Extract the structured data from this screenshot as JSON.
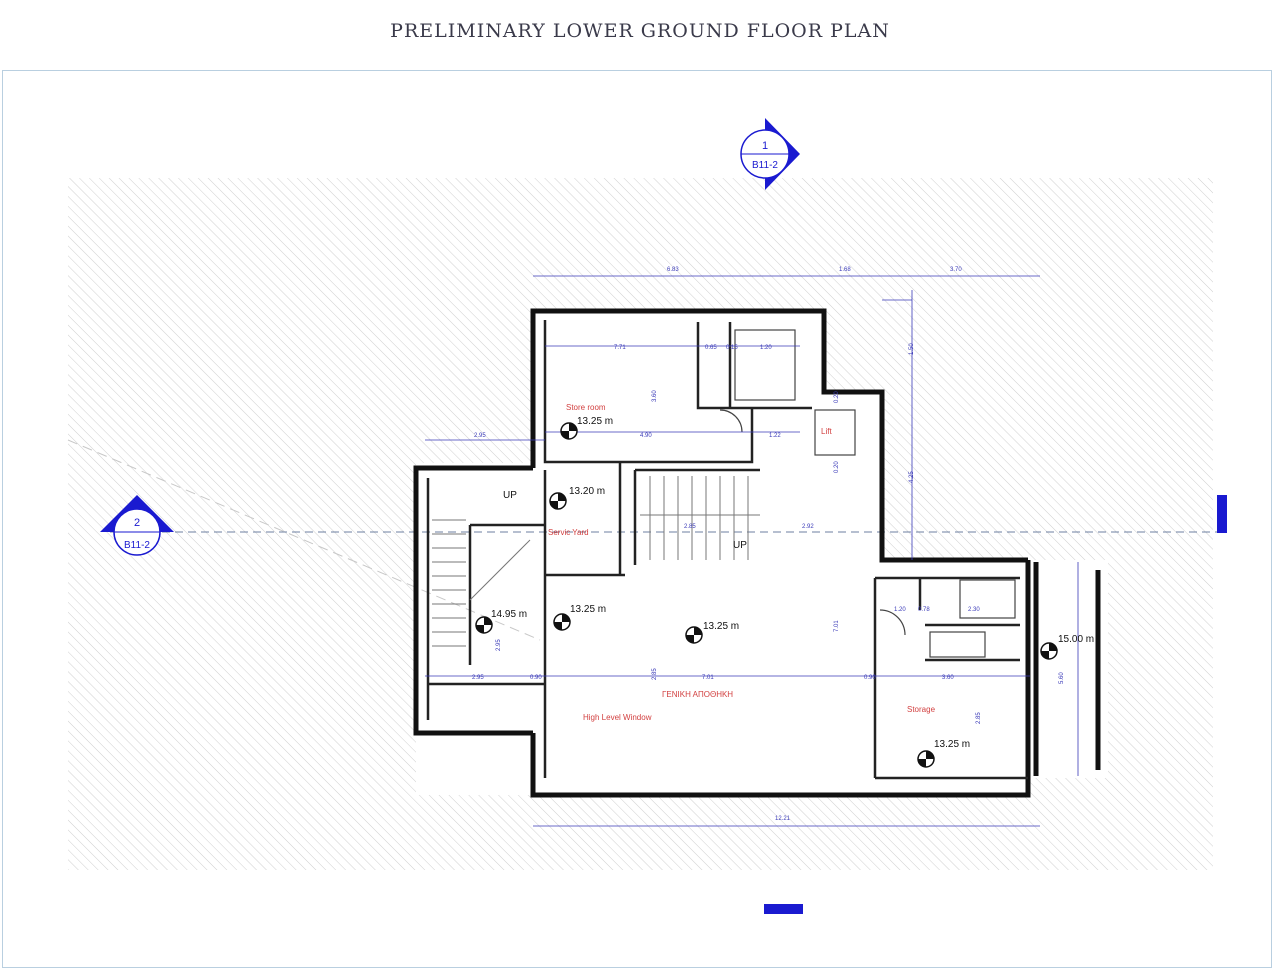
{
  "page": {
    "title": "PRELIMINARY LOWER GROUND FLOOR PLAN"
  },
  "section_markers": [
    {
      "number": "1",
      "sheet": "B11-2"
    },
    {
      "number": "2",
      "sheet": "B11-2"
    }
  ],
  "rooms": [
    {
      "name": "Store room",
      "level": "13.25 m"
    },
    {
      "name": "Servic Yard",
      "level": "13.20 m"
    },
    {
      "name": "Lift"
    },
    {
      "name": "Storage",
      "level": "13.25 m"
    },
    {
      "name": "ΓΕΝΙΚΗ ΑΠΟΘΗΚΗ"
    }
  ],
  "levels": [
    "14.95 m",
    "13.25 m",
    "13.25 m",
    "15.00 m"
  ],
  "labels": {
    "stair_up_1": "UP",
    "stair_up_2": "UP",
    "window_note": "High Level Window"
  },
  "dimensions": {
    "top": [
      "6.83",
      "1.68",
      "3.70"
    ],
    "bottom": "12.21",
    "store_width": "7.71",
    "store_depth": "3.60",
    "store_a": "4.90",
    "store_b": "1.22",
    "wc_a": "0.65",
    "wc_b": "0.15",
    "wc_c": "1.20",
    "right_top": "1.50",
    "right_mid": "4.25",
    "left_run": "2.95",
    "stair_a": "2.85",
    "stair_b": "2.92",
    "left_b": "2.95",
    "left_c": "0.90",
    "hall_a": "7.01",
    "hall_b": "0.90",
    "hall_c": "3.60",
    "hall_d": "7.01",
    "wall_a": "2.85",
    "wall_b": "2.95",
    "bath_a": "1.20",
    "bath_b": "0.78",
    "bath_c": "2.30",
    "storage_h": "2.85",
    "ext_h": "5.60",
    "lift_a": "0.20",
    "lift_b": "0.20"
  },
  "colors": {
    "wall": "#111111",
    "dimension": "#3a3ab8",
    "room_label": "#d24040",
    "marker": "#1a1ad0",
    "hatch": "#cfcfcf"
  }
}
